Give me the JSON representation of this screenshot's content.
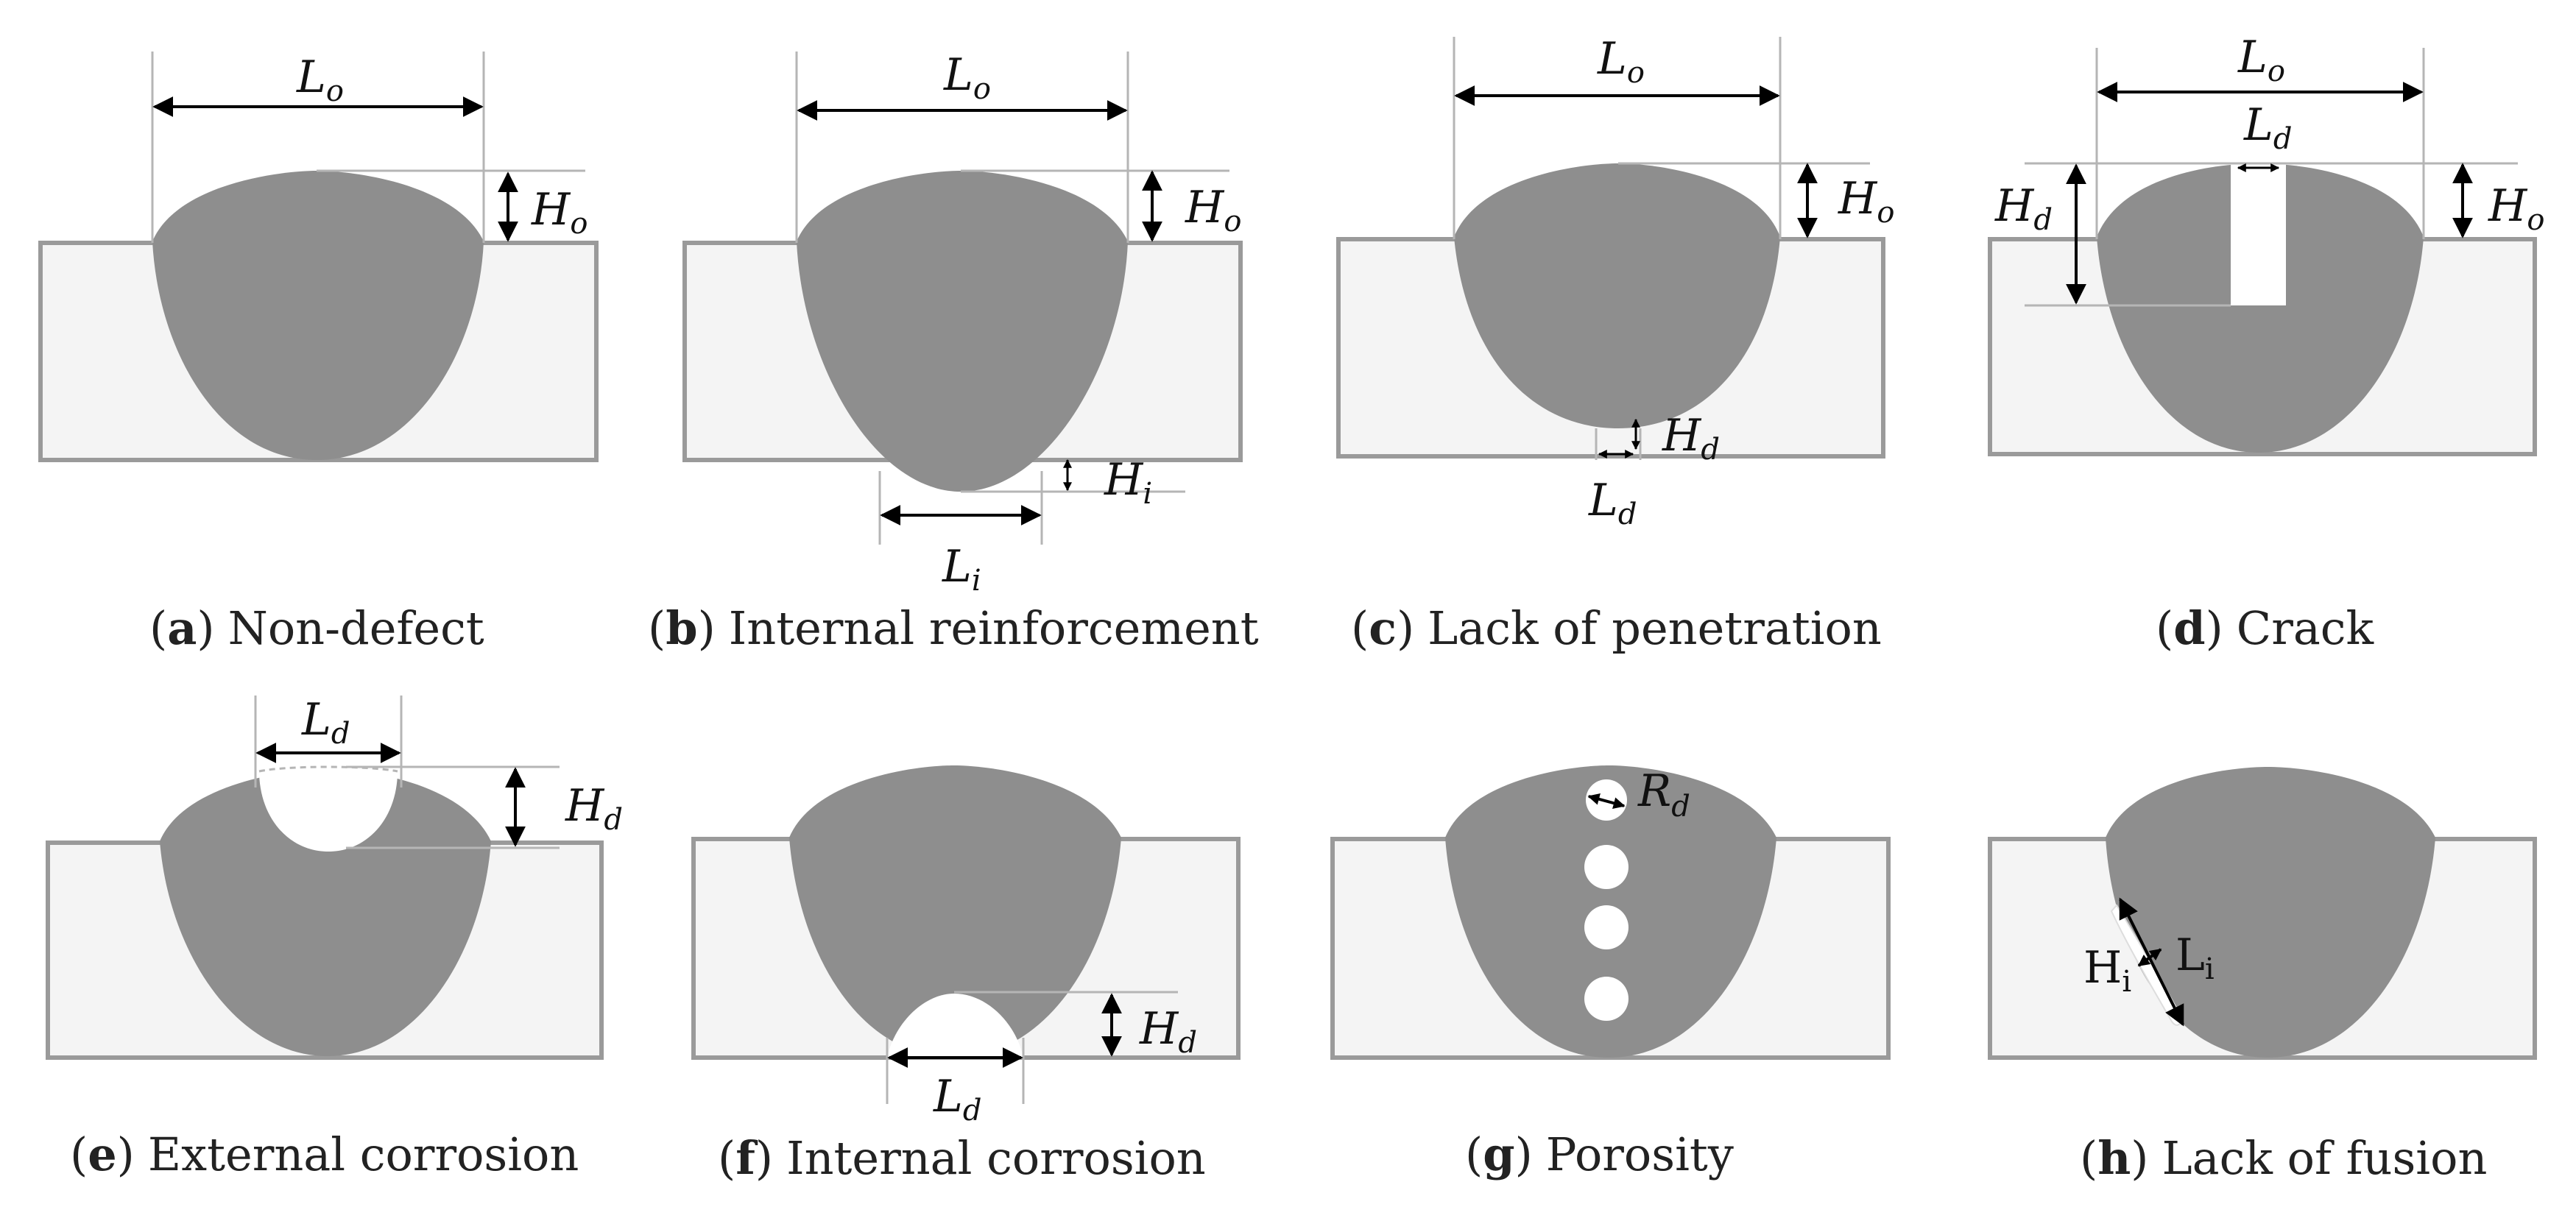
{
  "colors": {
    "weld": "#8e8e8e",
    "plate_fill": "#f4f4f4",
    "plate_stroke": "#9a9a9a",
    "guide": "#b5b5b5",
    "arrow": "#000000",
    "defect": "#ffffff"
  },
  "panels": [
    {
      "id": "a",
      "letter": "a",
      "caption": "Non-defect",
      "labels": [
        "L",
        "o",
        "H",
        "o"
      ]
    },
    {
      "id": "b",
      "letter": "b",
      "caption": "Internal reinforcement",
      "labels": [
        "L",
        "o",
        "H",
        "o",
        "H",
        "i",
        "L",
        "i"
      ]
    },
    {
      "id": "c",
      "letter": "c",
      "caption": "Lack of penetration",
      "labels": [
        "L",
        "o",
        "H",
        "o",
        "H",
        "d",
        "L",
        "d"
      ]
    },
    {
      "id": "d",
      "letter": "d",
      "caption": "Crack",
      "labels": [
        "L",
        "o",
        "L",
        "d",
        "H",
        "d",
        "H",
        "o"
      ]
    },
    {
      "id": "e",
      "letter": "e",
      "caption": "External corrosion",
      "labels": [
        "L",
        "d",
        "H",
        "d"
      ]
    },
    {
      "id": "f",
      "letter": "f",
      "caption": "Internal corrosion",
      "labels": [
        "H",
        "d",
        "L",
        "d"
      ]
    },
    {
      "id": "g",
      "letter": "g",
      "caption": "Porosity",
      "labels": [
        "R",
        "d"
      ]
    },
    {
      "id": "h",
      "letter": "h",
      "caption": "Lack of fusion",
      "labels": [
        "H",
        "i",
        "L",
        "i"
      ]
    }
  ],
  "paren_open": "(",
  "paren_close": ")"
}
